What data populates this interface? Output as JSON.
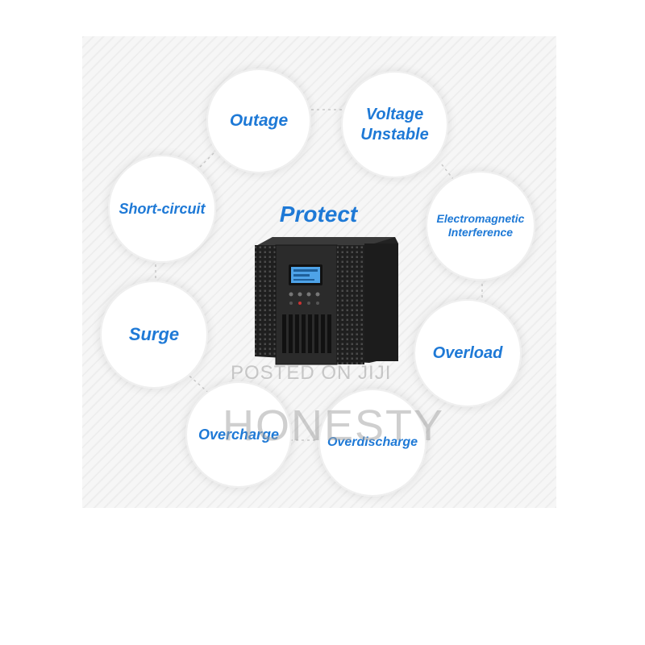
{
  "title": "Protect",
  "features": {
    "outage": "Outage",
    "voltage_unstable": "Voltage\nUnstable",
    "short_circuit": "Short-circuit",
    "electromagnetic": "Electromagnetic\nInterference",
    "surge": "Surge",
    "overload": "Overload",
    "overcharge": "Overcharge",
    "overdischarge": "Overdischarge"
  },
  "watermark": {
    "line1": "POSTED ON JIJI",
    "line2": "HONESTY"
  },
  "colors": {
    "accent": "#1e79d6",
    "device": "#262626"
  }
}
